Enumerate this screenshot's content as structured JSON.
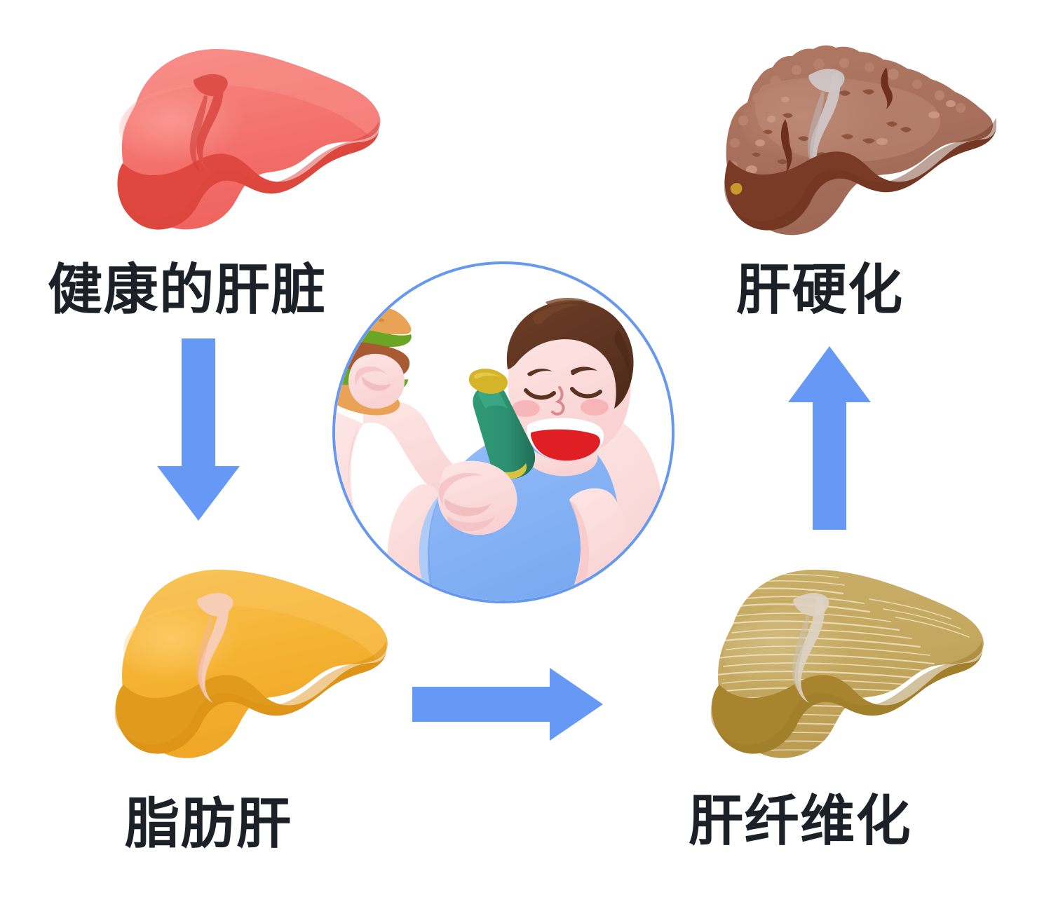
{
  "diagram": {
    "title_text": "",
    "background": "#ffffff",
    "accent_arrow_color": "#6699f5",
    "circle_outline_color": "#6699ee",
    "label_color": "#1c2128"
  },
  "stages": [
    {
      "id": "healthy-liver",
      "label": "健康的肝脏",
      "position": "top-left",
      "organ_icon": "liver-healthy-icon",
      "colors": {
        "base": "#f4736e",
        "shade": "#e0483f",
        "highlight": "#f9908a",
        "edge": "#d8443c"
      }
    },
    {
      "id": "fatty-liver",
      "label": "脂肪肝",
      "position": "bottom-left",
      "organ_icon": "liver-fatty-icon",
      "colors": {
        "base": "#f5b333",
        "shade": "#e09a1c",
        "highlight": "#f8c254",
        "edge": "#d98f12",
        "gallbladder": "#f8cdb6"
      }
    },
    {
      "id": "liver-fibrosis",
      "label": "肝纤维化",
      "position": "bottom-right",
      "organ_icon": "liver-fibrosis-icon",
      "colors": {
        "base": "#c4a860",
        "shade": "#a8842f",
        "highlight": "#d2bb7c",
        "fiber": "#f0e6c8",
        "gallbladder": "#ddd2c4"
      }
    },
    {
      "id": "cirrhosis",
      "label": "肝硬化",
      "position": "top-right",
      "organ_icon": "liver-cirrhosis-icon",
      "colors": {
        "base": "#a8705c",
        "shade": "#7a3b26",
        "highlight": "#bb8671",
        "nodule": "#c08a74",
        "crack": "#6e2f1c",
        "gallbladder": "#cfc6c6"
      }
    }
  ],
  "arrows": [
    {
      "id": "arrow-healthy-to-fatty",
      "direction": "down",
      "color": "#6699f5"
    },
    {
      "id": "arrow-fatty-to-fibrosis",
      "direction": "right",
      "color": "#6699f5"
    },
    {
      "id": "arrow-fibrosis-to-cirrhosis",
      "direction": "up",
      "color": "#6699f5"
    }
  ],
  "center_illustration": {
    "id": "unhealthy-lifestyle-illustration",
    "caption": "",
    "outline_color": "#6699ee",
    "elements": [
      {
        "name": "man-laughing",
        "skin": "#fbe0df",
        "skin_shade": "#f6c6c8"
      },
      {
        "name": "hair",
        "color": "#5c3320",
        "highlight": "#7c4a2e"
      },
      {
        "name": "tank-top",
        "color": "#8ab6f5",
        "shade": "#6fa3ef"
      },
      {
        "name": "open-mouth",
        "color": "#e01f24",
        "teeth": "#ffffff"
      },
      {
        "name": "cheek-blush",
        "color": "#f6a9ad"
      },
      {
        "name": "burger",
        "bun": "#e8a356",
        "lettuce": "#6ba524",
        "patty": "#a85a32"
      },
      {
        "name": "beer-bottle",
        "glass": "#2d8f6f",
        "cap": "#d4b429"
      }
    ]
  }
}
